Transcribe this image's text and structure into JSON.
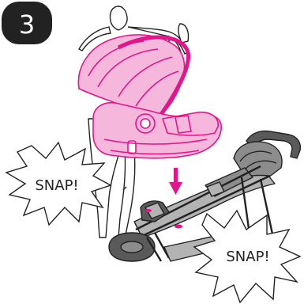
{
  "step": {
    "number": "3"
  },
  "callouts": {
    "snap_left": "SNAP!",
    "snap_right": "SNAP!"
  },
  "colors": {
    "carrier_fill": "#f5b8dc",
    "carrier_stroke": "#e0168a",
    "stroller_fill": "#8c8c8c",
    "stroller_dark": "#5a5a5a",
    "arrow": "#e0168a",
    "badge": "#222222",
    "line": "#222222"
  }
}
